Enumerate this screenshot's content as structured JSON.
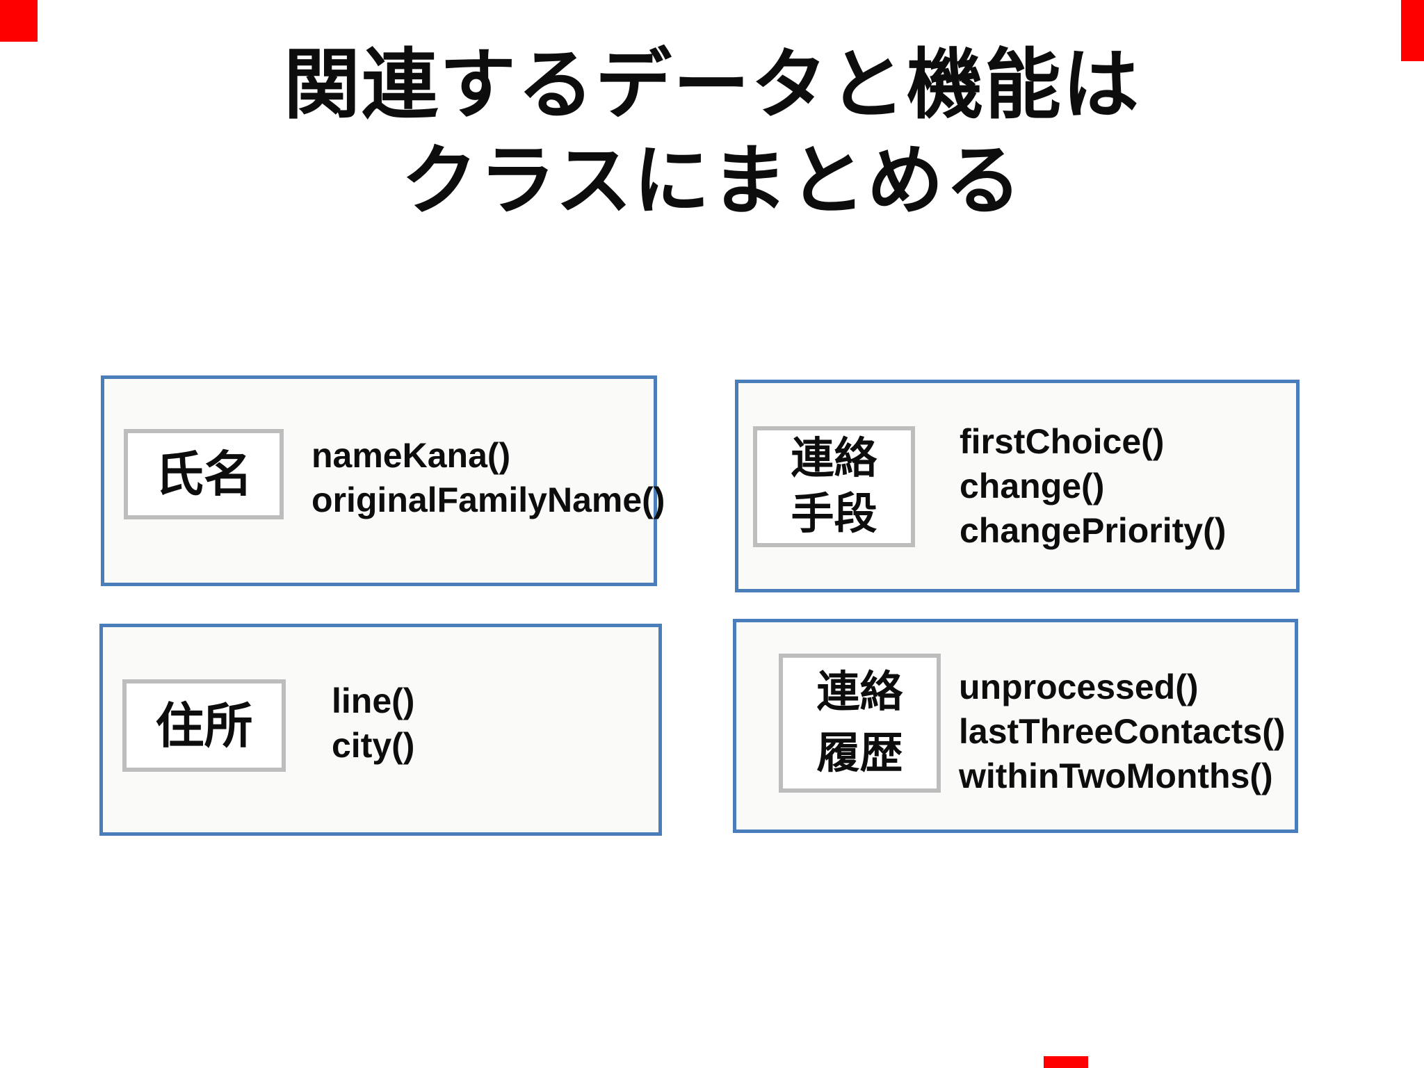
{
  "slide": {
    "title_lines": [
      "関連するデータと機能は",
      "クラスにまとめる"
    ],
    "classes": [
      {
        "label_lines": [
          "氏名"
        ],
        "methods": [
          "nameKana()",
          "originalFamilyName()"
        ]
      },
      {
        "label_lines": [
          "連絡",
          "手段"
        ],
        "methods": [
          "firstChoice()",
          "change()",
          "changePriority()"
        ]
      },
      {
        "label_lines": [
          "住所"
        ],
        "methods": [
          "line()",
          "city()"
        ]
      },
      {
        "label_lines": [
          "連絡",
          "履歴"
        ],
        "methods": [
          "unprocessed()",
          "lastThreeContacts()",
          "withinTwoMonths()"
        ]
      }
    ],
    "colors": {
      "class_box_border": "#4a7ebb",
      "label_box_border": "#bdbdbd",
      "class_box_bg": "#fafaf9",
      "text": "#0d0d0d",
      "edge_marker": "#fe0000"
    }
  }
}
